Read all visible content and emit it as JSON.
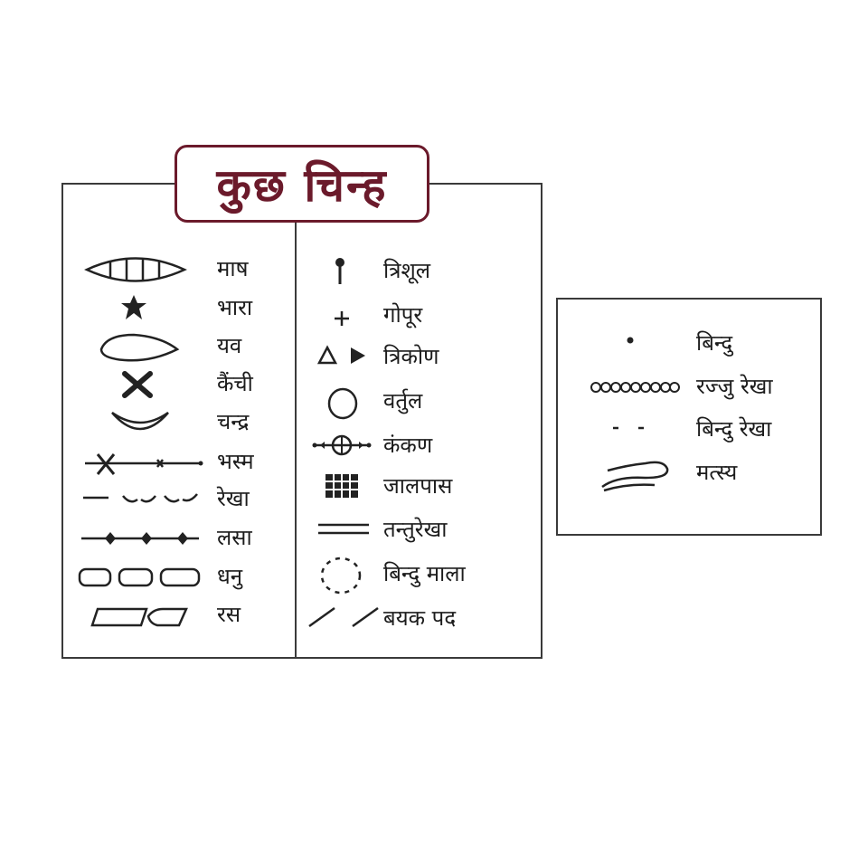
{
  "title": "कुछ चिन्ह",
  "left_column": [
    {
      "icon": "eye-shape-icon",
      "label": "माष"
    },
    {
      "icon": "star-icon",
      "label": "भारा"
    },
    {
      "icon": "leaf-oval-icon",
      "label": "यव"
    },
    {
      "icon": "cross-x-icon",
      "label": "कैंची"
    },
    {
      "icon": "crescent-icon",
      "label": "चन्द्र"
    },
    {
      "icon": "line-with-crosses-icon",
      "label": "भस्म"
    },
    {
      "icon": "dash-curve-line-icon",
      "label": "रेखा"
    },
    {
      "icon": "dotted-diamond-line-icon",
      "label": "लसा"
    },
    {
      "icon": "rounded-rects-icon",
      "label": "धनु"
    },
    {
      "icon": "parallelogram-pair-icon",
      "label": "रस"
    }
  ],
  "middle_column": [
    {
      "icon": "trident-icon",
      "label": "त्रिशूल"
    },
    {
      "icon": "plus-icon",
      "label": "गोपूर"
    },
    {
      "icon": "triangles-icon",
      "label": "त्रिकोण"
    },
    {
      "icon": "circle-icon",
      "label": "वर्तुल"
    },
    {
      "icon": "bracelet-icon",
      "label": "कंकण"
    },
    {
      "icon": "grid-icon",
      "label": "जालपास"
    },
    {
      "icon": "double-line-icon",
      "label": "तन्तुरेखा"
    },
    {
      "icon": "dotted-circle-icon",
      "label": "बिन्दु माला"
    },
    {
      "icon": "slashes-icon",
      "label": "बयक पद"
    }
  ],
  "side_box": [
    {
      "icon": "dot-icon",
      "label": "बिन्दु"
    },
    {
      "icon": "chain-line-icon",
      "label": "रज्जु रेखा"
    },
    {
      "icon": "dot-line-icon",
      "label": "बिन्दु रेखा"
    },
    {
      "icon": "fish-shape-icon",
      "label": "मत्स्य"
    }
  ]
}
